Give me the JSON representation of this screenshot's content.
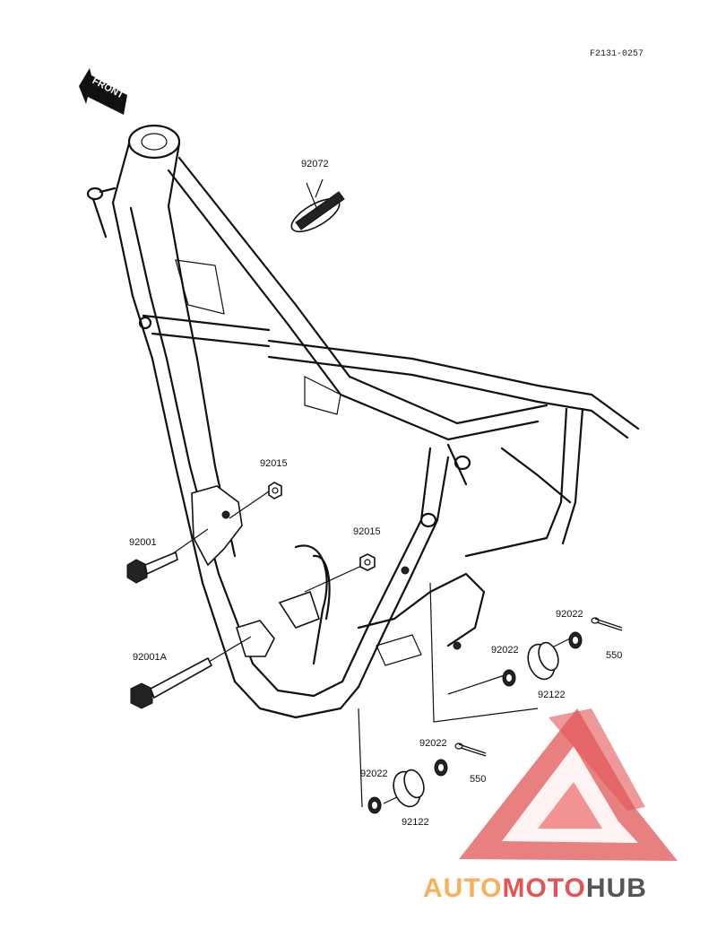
{
  "diagram_code": "F2131-0257",
  "front_label": "FRONT",
  "parts": {
    "p92072": "92072",
    "p92015_a": "92015",
    "p92015_b": "92015",
    "p92001": "92001",
    "p92001A": "92001A",
    "p92022_a": "92022",
    "p92022_b": "92022",
    "p92022_c": "92022",
    "p92022_d": "92022",
    "p92122_a": "92122",
    "p92122_b": "92122",
    "p550_a": "550",
    "p550_b": "550"
  },
  "watermark": {
    "part1": "AUTO",
    "part2": "MOTO",
    "part3": "HUB",
    "color_light": "#f5b25a",
    "color_red": "#e25555",
    "color_dark": "#555555"
  }
}
